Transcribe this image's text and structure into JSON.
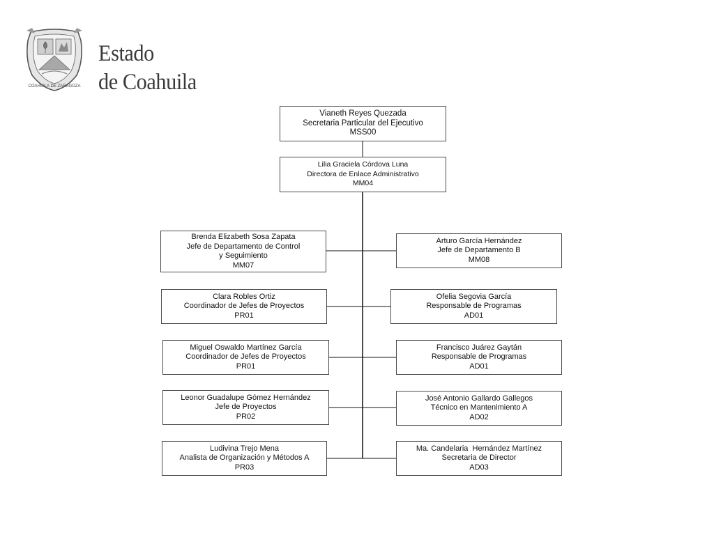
{
  "header": {
    "brand_line1": "Estado",
    "brand_line2": "de Coahuila",
    "seal_text": "COAHUILA DE ZARAGOZA"
  },
  "org_chart": {
    "root": {
      "name": "Vianeth Reyes Quezada",
      "title": "Secretaria Particular del Ejecutivo",
      "code": "MSS00"
    },
    "second": {
      "name": "Lilia Graciela Córdova Luna",
      "title": "Directora de Enlace Administrativo",
      "code": "MM04"
    },
    "left": [
      {
        "name": "Brenda Elizabeth Sosa Zapata",
        "title1": "Jefe de Departamento de Control",
        "title2": "y Seguimiento",
        "code": "MM07"
      },
      {
        "name": "Clara Robles Ortiz",
        "title1": "Coordinador de Jefes de Proyectos",
        "title2": "",
        "code": "PR01"
      },
      {
        "name": "Miguel Oswaldo Martínez García",
        "title1": "Coordinador de Jefes de Proyectos",
        "title2": "",
        "code": "PR01"
      },
      {
        "name": "Leonor Guadalupe Gómez Hernández",
        "title1": "Jefe de Proyectos",
        "title2": "",
        "code": "PR02"
      },
      {
        "name": "Ludivina Trejo Mena",
        "title1": "Analista de Organización y Métodos A",
        "title2": "",
        "code": "PR03"
      }
    ],
    "right": [
      {
        "name": "Arturo García Hernández",
        "title1": "Jefe de Departamento B",
        "title2": "",
        "code": "MM08"
      },
      {
        "name": "Ofelia Segovia García",
        "title1": "Responsable de Programas",
        "title2": "",
        "code": "AD01"
      },
      {
        "name": "Francisco Juárez Gaytán",
        "title1": "Responsable de Programas",
        "title2": "",
        "code": "AD01"
      },
      {
        "name": "José Antonio Gallardo Gallegos",
        "title1": "Técnico en Mantenimiento A",
        "title2": "",
        "code": "AD02"
      },
      {
        "name": "Ma. Candelaria  Hernández Martínez",
        "title1": "Secretaria de Director",
        "title2": "",
        "code": "AD03"
      }
    ]
  }
}
